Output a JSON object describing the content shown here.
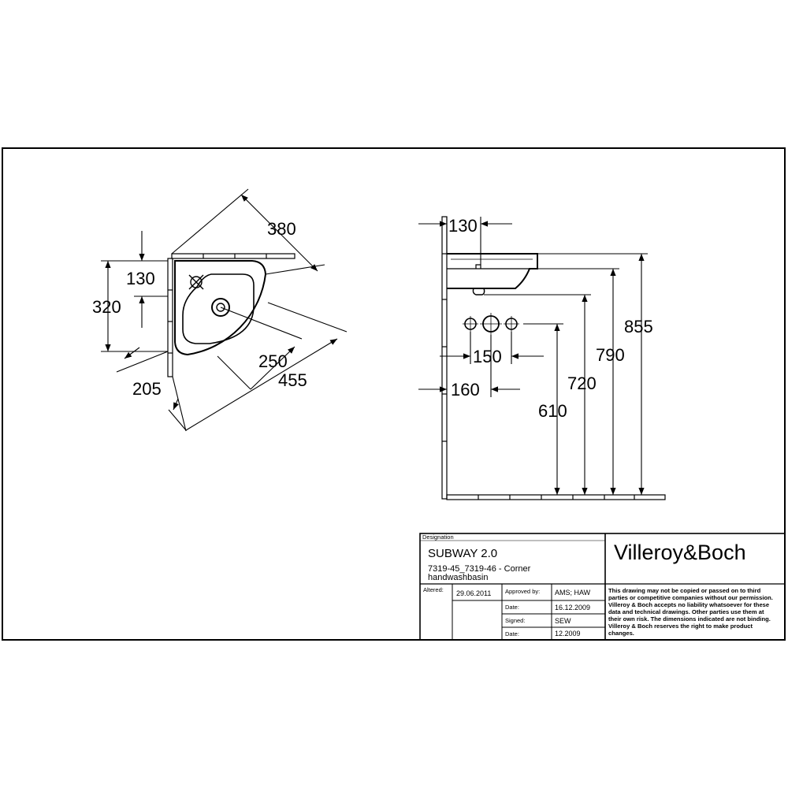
{
  "plan_view": {
    "dim_380": "380",
    "dim_130": "130",
    "dim_320": "320",
    "dim_250": "250",
    "dim_455": "455",
    "dim_205": "205"
  },
  "side_view": {
    "dim_130": "130",
    "dim_150": "150",
    "dim_160": "160",
    "dim_855": "855",
    "dim_790": "790",
    "dim_720": "720",
    "dim_610": "610"
  },
  "title_block": {
    "designation_label": "Designation",
    "product_name": "SUBWAY 2.0",
    "product_desc_line1": "7319-45_7319-46 - Corner",
    "product_desc_line2": "handwashbasin",
    "brand": "Villeroy&Boch",
    "altered_label": "Altered:",
    "altered_date": "29.06.2011",
    "approved_label": "Approved by:",
    "approved_value": "AMS; HAW",
    "date_label_1": "Date:",
    "date_value_1": "16.12.2009",
    "signed_label": "Signed:",
    "signed_value": "SEW",
    "date_label_2": "Date:",
    "date_value_2": "12.2009",
    "disclaimer": [
      "This drawing may not be copied or passed on to third",
      "parties or competitive companies without our permission.",
      "Villeroy & Boch accepts no liability whatsoever for these",
      "data and technical drawings. Other parties use them at",
      "their own risk. The dimensions indicated are not binding.",
      "Villeroy & Boch reserves the right to make product",
      "changes."
    ]
  }
}
